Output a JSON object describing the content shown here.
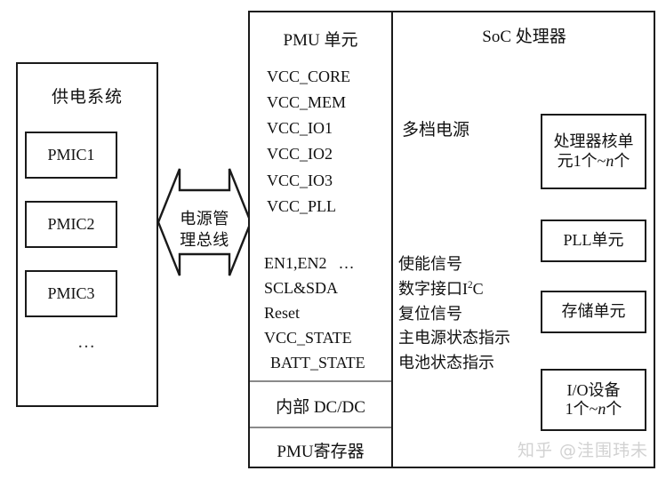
{
  "supply_system": {
    "title": "供电系统",
    "pmics": [
      "PMIC1",
      "PMIC2",
      "PMIC3"
    ],
    "ellipsis": "…"
  },
  "bus": {
    "label_line1": "电源管",
    "label_line2": "理总线"
  },
  "pmu": {
    "title": "PMU 单元",
    "rails": [
      "VCC_CORE",
      "VCC_MEM",
      "VCC_IO1",
      "VCC_IO2",
      "VCC_IO3",
      "VCC_PLL"
    ],
    "signals": [
      "EN1,EN2",
      "SCL&SDA",
      "Reset",
      "VCC_STATE",
      "BATT_STATE"
    ],
    "signals_ellipsis": "…",
    "internal_dcdc": "内部 DC/DC",
    "registers": "PMU寄存器"
  },
  "soc": {
    "title": "SoC 处理器",
    "multirail_label": "多档电源",
    "descriptions": [
      "使能信号",
      "复位信号",
      "主电源状态指示",
      "电池状态指示"
    ],
    "digital_interface_prefix": "数字接口I",
    "digital_interface_sup": "2",
    "digital_interface_suffix": "C",
    "blocks": {
      "core_line1": "处理器核单",
      "core_line2_a": "元1个~",
      "core_line2_var": "n",
      "core_line2_b": "个",
      "pll": "PLL单元",
      "memory": "存储单元",
      "io_line1": "I/O设备",
      "io_line2_a": "1个~",
      "io_line2_var": "n",
      "io_line2_b": "个"
    }
  },
  "watermark": "知乎 @洼围玮未",
  "colors": {
    "stroke": "#1a1a1a",
    "divider": "#8a8a8a",
    "watermark": "#d2d2d2",
    "background": "#ffffff"
  }
}
